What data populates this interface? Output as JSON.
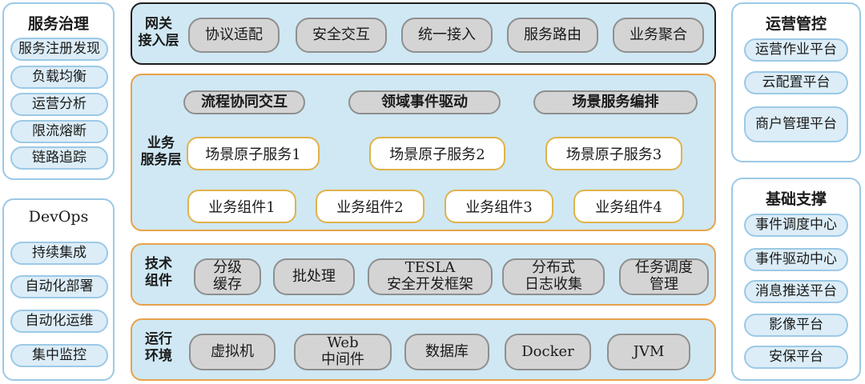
{
  "left_top": {
    "title": "服务治理",
    "items": [
      "服务注册发现",
      "负载均衡",
      "运营分析",
      "限流熔断",
      "链路追踪"
    ]
  },
  "left_bottom": {
    "title": "DevOps",
    "items": [
      "持续集成",
      "自动化部署",
      "自动化运维",
      "集中监控"
    ]
  },
  "right_top": {
    "title": "运营管控",
    "items": [
      "运营作业平台",
      "云配置平台",
      "商户管理平台"
    ]
  },
  "right_bottom": {
    "title": "基础支撑",
    "items": [
      "事件调度中心",
      "事件驱动中心",
      "消息推送平台",
      "影像平台",
      "安保平台"
    ]
  },
  "gateway": {
    "label": "网关\n接入层",
    "items": [
      "协议适配",
      "安全交互",
      "统一接入",
      "服务路由",
      "业务聚合"
    ]
  },
  "business": {
    "label": "业务\n服务层",
    "top": [
      "流程协同交互",
      "领域事件驱动",
      "场景服务编排"
    ],
    "atoms": [
      "场景原子服务1",
      "场景原子服务2",
      "场景原子服务3"
    ],
    "components": [
      "业务组件1",
      "业务组件2",
      "业务组件3",
      "业务组件4"
    ]
  },
  "tech": {
    "label": "技术\n组件",
    "items": [
      "分级\n缓存",
      "批处理",
      "TESLA\n安全开发框架",
      "分布式\n日志收集",
      "任务调度\n管理"
    ]
  },
  "runtime": {
    "label": "运行\n环境",
    "items": [
      "虚拟机",
      "Web\n中间件",
      "数据库",
      "Docker",
      "JVM"
    ]
  }
}
